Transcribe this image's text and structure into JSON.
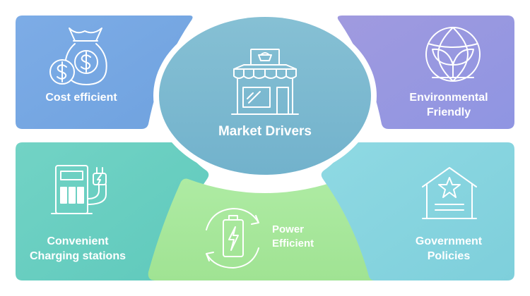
{
  "center": {
    "label": "Market Drivers",
    "icon": "store-icon"
  },
  "drivers": [
    {
      "label_lines": [
        "Cost efficient"
      ],
      "icon": "money-bag-icon",
      "color": "#7BA7E1"
    },
    {
      "label_lines": [
        "Environmental",
        "Friendly"
      ],
      "icon": "eco-globe-icon",
      "color": "#9A97DF"
    },
    {
      "label_lines": [
        "Convenient",
        "Charging stations"
      ],
      "icon": "charging-station-icon",
      "color": "#6ECFC2"
    },
    {
      "label_lines": [
        "Power",
        "Efficient"
      ],
      "icon": "battery-cycle-icon",
      "color": "#A9E89E"
    },
    {
      "label_lines": [
        "Government",
        "Policies"
      ],
      "icon": "government-building-icon",
      "color": "#86D3DE"
    }
  ],
  "colors": {
    "center": "#7EBAD2",
    "center_ring": "#ffffff",
    "icon_stroke": "#ffffff"
  }
}
